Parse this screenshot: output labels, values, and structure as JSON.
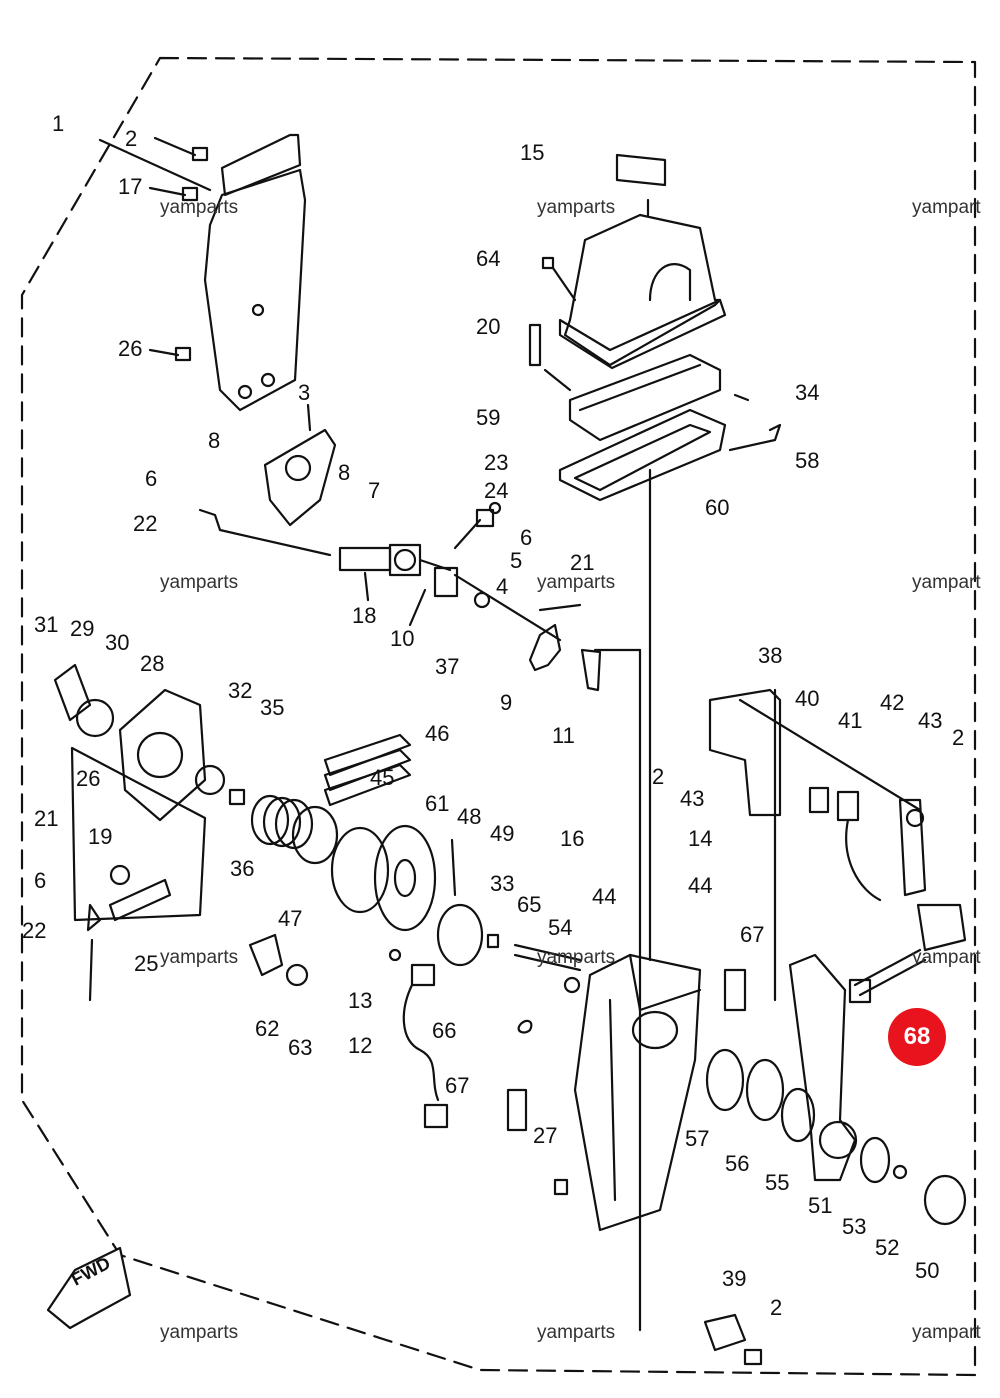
{
  "diagram": {
    "callouts": {
      "c1": "1",
      "c2a": "2",
      "c17": "17",
      "c26a": "26",
      "c3": "3",
      "c8a": "8",
      "c8b": "8",
      "c7": "7",
      "c6a": "6",
      "c22a": "22",
      "c18": "18",
      "c10": "10",
      "c37": "37",
      "c4": "4",
      "c5": "5",
      "c6b": "6",
      "c24": "24",
      "c23": "23",
      "c15": "15",
      "c64": "64",
      "c20": "20",
      "c34": "34",
      "c59": "59",
      "c58": "58",
      "c60": "60",
      "c21a": "21",
      "c9": "9",
      "c11": "11",
      "c31": "31",
      "c29": "29",
      "c30": "30",
      "c28": "28",
      "c32": "32",
      "c35": "35",
      "c46": "46",
      "c45": "45",
      "c26b": "26",
      "c21b": "21",
      "c19": "19",
      "c6c": "6",
      "c22b": "22",
      "c25": "25",
      "c36": "36",
      "c47": "47",
      "c61": "61",
      "c48": "48",
      "c49": "49",
      "c33": "33",
      "c65": "65",
      "c16": "16",
      "c14": "14",
      "c44a": "44",
      "c44b": "44",
      "c54": "54",
      "c62": "62",
      "c63": "63",
      "c13": "13",
      "c12": "12",
      "c66": "66",
      "c67a": "67",
      "c67b": "67",
      "c27": "27",
      "c38": "38",
      "c40": "40",
      "c41": "41",
      "c42": "42",
      "c43a": "43",
      "c2b": "2",
      "c2c": "2",
      "c43b": "43",
      "c57": "57",
      "c56": "56",
      "c55": "55",
      "c51": "51",
      "c53": "53",
      "c52": "52",
      "c50": "50",
      "c39": "39",
      "c2d": "2"
    },
    "highlight_label": "68",
    "fwd_label": "FWD",
    "highlight_color": "#e8131c"
  },
  "watermarks": {
    "w1": "yamparts",
    "w2": "yamparts",
    "w3": "yampart",
    "w4": "yamparts",
    "w5": "yamparts",
    "w6": "yampart",
    "w7": "yamparts",
    "w8": "yamparts",
    "w9": "yampart",
    "w10": "yamparts",
    "w11": "yamparts",
    "w12": "yampart"
  }
}
